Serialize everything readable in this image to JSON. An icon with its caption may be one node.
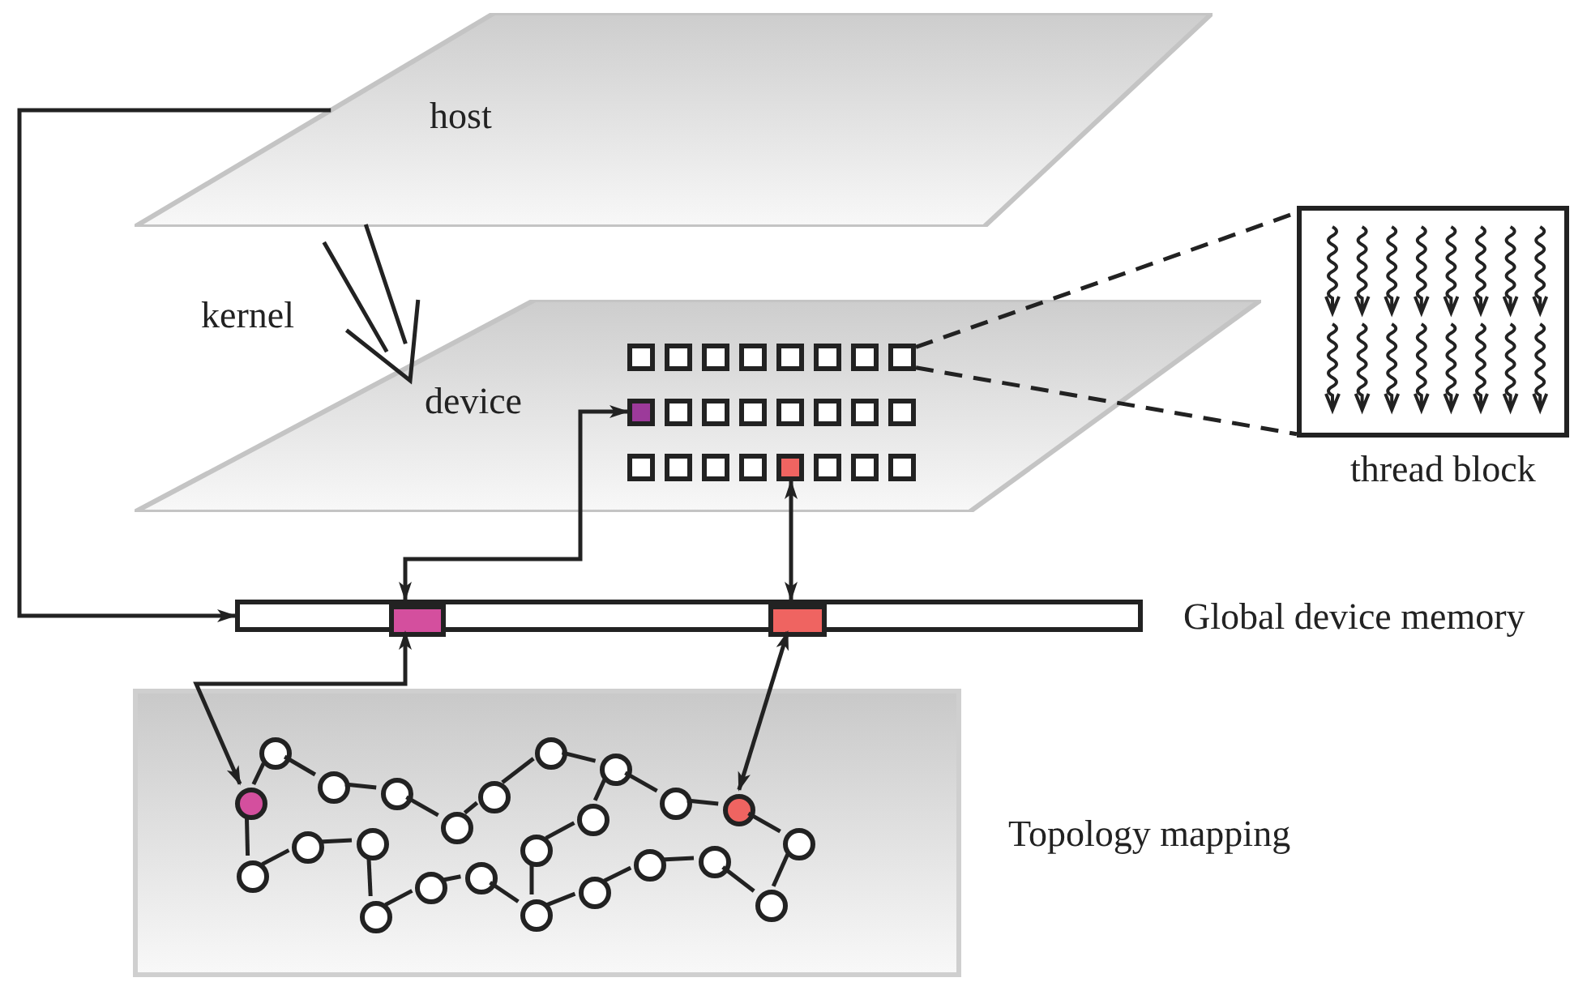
{
  "diagram": {
    "nodes": [
      {
        "text": [
          "host"
        ]
      },
      {
        "text": [
          "device"
        ]
      },
      {
        "text": [],
        "shape": "box",
        "in": 1
      },
      {
        "text": [],
        "shape": "box",
        "in": 1
      },
      {
        "text": [],
        "shape": "box",
        "in": 1
      },
      {
        "text": [],
        "shape": "box",
        "in": 1
      },
      {
        "text": [],
        "shape": "box",
        "in": 1
      },
      {
        "text": [],
        "shape": "box",
        "in": 1
      },
      {
        "text": [],
        "shape": "box",
        "in": 1
      },
      {
        "text": [],
        "shape": "box",
        "in": 1
      },
      {
        "text": [],
        "shape": "box",
        "in": 1
      },
      {
        "text": [],
        "shape": "box",
        "in": 1
      },
      {
        "text": [],
        "shape": "box",
        "in": 1
      },
      {
        "text": [],
        "shape": "box",
        "in": 1
      },
      {
        "text": [],
        "shape": "box",
        "in": 1
      },
      {
        "text": [],
        "shape": "box",
        "in": 1
      },
      {
        "text": [],
        "shape": "box",
        "in": 1
      },
      {
        "text": [],
        "shape": "box",
        "in": 1
      },
      {
        "text": [],
        "shape": "box",
        "in": 1
      },
      {
        "text": [],
        "shape": "box",
        "in": 1
      },
      {
        "text": [],
        "shape": "box",
        "in": 1
      },
      {
        "text": [],
        "shape": "box",
        "in": 1
      },
      {
        "text": [],
        "shape": "box",
        "in": 1
      },
      {
        "text": [],
        "shape": "box",
        "in": 1
      },
      {
        "text": [],
        "shape": "box",
        "in": 1
      },
      {
        "text": [],
        "shape": "box",
        "in": 1
      },
      {
        "text": [],
        "shape": "box",
        "beside": [
          "thread block"
        ]
      },
      {
        "text": [],
        "shape": "bar",
        "beside": [
          "Global device memory"
        ]
      },
      {
        "text": [],
        "shape": "box",
        "in": 27
      },
      {
        "text": [],
        "shape": "box",
        "in": 27
      },
      {
        "text": [],
        "shape": "box",
        "beside": [
          "Topology mapping"
        ]
      },
      {
        "text": [],
        "shape": "circle",
        "in": 30
      },
      {
        "text": [],
        "shape": "circle",
        "in": 30
      },
      {
        "text": [],
        "shape": "circle",
        "in": 30
      },
      {
        "text": [],
        "shape": "circle",
        "in": 30
      },
      {
        "text": [],
        "shape": "circle",
        "in": 30
      },
      {
        "text": [],
        "shape": "circle",
        "in": 30
      },
      {
        "text": [],
        "shape": "circle",
        "in": 30
      },
      {
        "text": [],
        "shape": "circle",
        "in": 30
      },
      {
        "text": [],
        "shape": "circle",
        "in": 30
      },
      {
        "text": [],
        "shape": "circle",
        "in": 30
      },
      {
        "text": [],
        "shape": "circle",
        "in": 30
      },
      {
        "text": [],
        "shape": "circle",
        "in": 30
      },
      {
        "text": [],
        "shape": "circle",
        "in": 30
      },
      {
        "text": [],
        "shape": "circle",
        "in": 30
      },
      {
        "text": [],
        "shape": "circle",
        "in": 30
      },
      {
        "text": [],
        "shape": "circle",
        "in": 30
      },
      {
        "text": [],
        "shape": "circle",
        "in": 30
      },
      {
        "text": [],
        "shape": "circle",
        "in": 30
      },
      {
        "text": [],
        "shape": "circle",
        "in": 30
      },
      {
        "text": [],
        "shape": "circle",
        "in": 30
      },
      {
        "text": [],
        "shape": "circle",
        "in": 30
      },
      {
        "text": [],
        "shape": "circle",
        "in": 30
      },
      {
        "text": [],
        "shape": "circle",
        "in": 30
      },
      {
        "text": [],
        "shape": "circle",
        "in": 30
      }
    ],
    "edges": [
      {
        "from": 0,
        "to": 27,
        "arrow": "to"
      },
      {
        "from": 0,
        "to": 1,
        "arrow": "to",
        "label": "kernel"
      },
      {
        "from": 9,
        "to": 26,
        "arrow": "none",
        "style": "dashed"
      },
      {
        "from": 9,
        "to": 26,
        "arrow": "none",
        "style": "dashed"
      },
      {
        "from": 28,
        "to": 10,
        "arrow": "both"
      },
      {
        "from": 22,
        "to": 29,
        "arrow": "both"
      },
      {
        "from": 28,
        "to": 31,
        "arrow": "both"
      },
      {
        "from": 29,
        "to": 52,
        "arrow": "both"
      },
      {
        "from": 31,
        "to": 33,
        "arrow": "none"
      },
      {
        "from": 33,
        "to": 35,
        "arrow": "none"
      },
      {
        "from": 35,
        "to": 38,
        "arrow": "none"
      },
      {
        "from": 38,
        "to": 40,
        "arrow": "none"
      },
      {
        "from": 40,
        "to": 42,
        "arrow": "none"
      },
      {
        "from": 42,
        "to": 45,
        "arrow": "none"
      },
      {
        "from": 45,
        "to": 48,
        "arrow": "none"
      },
      {
        "from": 48,
        "to": 50,
        "arrow": "none"
      },
      {
        "from": 50,
        "to": 52,
        "arrow": "none"
      },
      {
        "from": 52,
        "to": 54,
        "arrow": "none"
      },
      {
        "from": 54,
        "to": 53,
        "arrow": "none"
      },
      {
        "from": 53,
        "to": 51,
        "arrow": "none"
      },
      {
        "from": 51,
        "to": 49,
        "arrow": "none"
      },
      {
        "from": 49,
        "to": 47,
        "arrow": "none"
      },
      {
        "from": 47,
        "to": 44,
        "arrow": "none"
      },
      {
        "from": 44,
        "to": 43,
        "arrow": "none"
      },
      {
        "from": 43,
        "to": 46,
        "arrow": "none"
      },
      {
        "from": 46,
        "to": 48,
        "arrow": "none"
      },
      {
        "from": 44,
        "to": 41,
        "arrow": "none"
      },
      {
        "from": 41,
        "to": 39,
        "arrow": "none"
      },
      {
        "from": 39,
        "to": 37,
        "arrow": "none"
      },
      {
        "from": 37,
        "to": 36,
        "arrow": "none"
      },
      {
        "from": 36,
        "to": 34,
        "arrow": "none"
      },
      {
        "from": 34,
        "to": 32,
        "arrow": "none"
      },
      {
        "from": 32,
        "to": 31,
        "arrow": "none"
      }
    ]
  }
}
